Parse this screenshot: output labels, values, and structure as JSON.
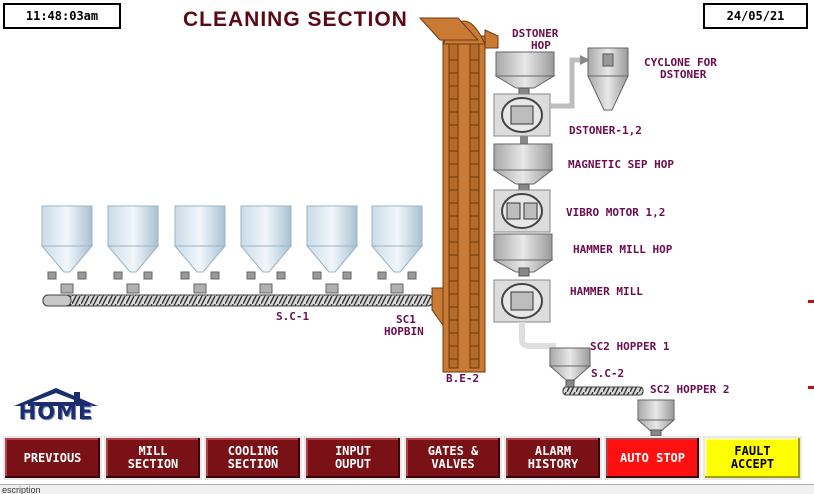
{
  "header": {
    "time": "11:48:03am",
    "date": "24/05/21",
    "title": "CLEANING SECTION"
  },
  "labels": {
    "dstoner_hop_1": "DSTONER",
    "dstoner_hop_2": "HOP",
    "cyclone_1": "CYCLONE FOR",
    "cyclone_2": "DSTONER",
    "dstoner": "DSTONER-1,2",
    "magnetic": "MAGNETIC SEP HOP",
    "vibro": "VIBRO MOTOR 1,2",
    "hammer_hop": "HAMMER MILL HOP",
    "hammer": "HAMMER MILL",
    "sc2_hopper1": "SC2 HOPPER 1",
    "sc2": "S.C-2",
    "sc2_hopper2": "SC2 HOPPER 2",
    "sc1": "S.C-1",
    "sc1_hopbin_1": "SC1",
    "sc1_hopbin_2": "HOPBIN",
    "be2": "B.E-2"
  },
  "home": {
    "label": "HOME"
  },
  "nav": {
    "previous": "PREVIOUS",
    "mill": "MILL\nSECTION",
    "cooling": "COOLING\nSECTION",
    "input": "INPUT\nOUPUT",
    "gates": "GATES &\nVALVES",
    "alarm": "ALARM\nHISTORY",
    "auto_stop": "AUTO STOP",
    "fault": "FAULT\nACCEPT"
  },
  "status": {
    "text": "escription"
  },
  "colors": {
    "title": "#5a0a14",
    "label": "#6b0d4e",
    "button": "#7a1116",
    "auto_stop": "#ff1010",
    "fault": "#ffff00",
    "elevator": "#c97a35"
  }
}
